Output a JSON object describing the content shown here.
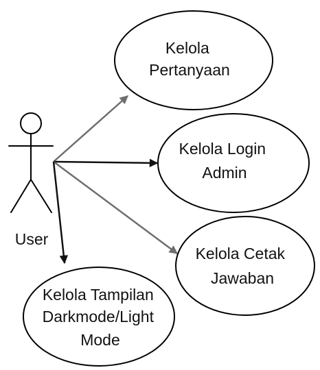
{
  "actor": {
    "name": "User"
  },
  "use_cases": [
    {
      "id": "uc1",
      "lines": [
        "Kelola",
        "Pertanyaan"
      ]
    },
    {
      "id": "uc2",
      "lines": [
        "Kelola Login",
        "Admin"
      ]
    },
    {
      "id": "uc3",
      "lines": [
        "Kelola Cetak",
        "Jawaban"
      ]
    },
    {
      "id": "uc4",
      "lines": [
        "Kelola Tampilan",
        "Darkmode/Light",
        "Mode"
      ]
    }
  ],
  "associations": [
    {
      "from": "actor",
      "to": "uc1",
      "color": "#6e6e6e"
    },
    {
      "from": "actor",
      "to": "uc2",
      "color": "#111111"
    },
    {
      "from": "actor",
      "to": "uc3",
      "color": "#6e6e6e"
    },
    {
      "from": "actor",
      "to": "uc4",
      "color": "#111111"
    }
  ]
}
